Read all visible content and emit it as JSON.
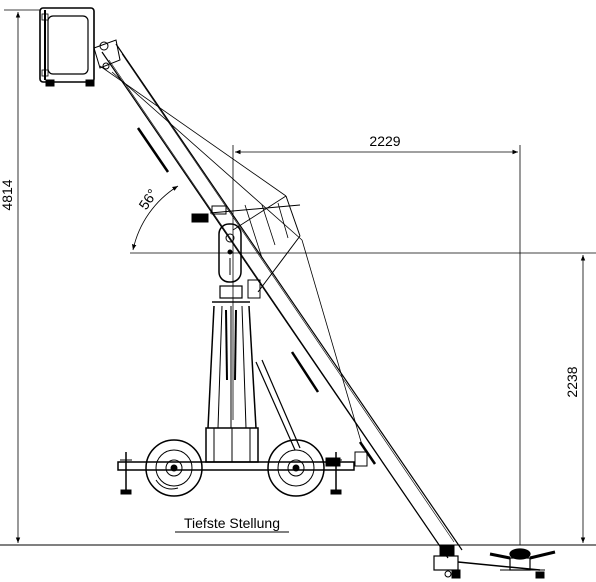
{
  "dimensions": {
    "total_height": "4814",
    "reach": "2229",
    "pivot_height": "2238",
    "angle": "56°"
  },
  "caption": "Tiefste Stellung"
}
